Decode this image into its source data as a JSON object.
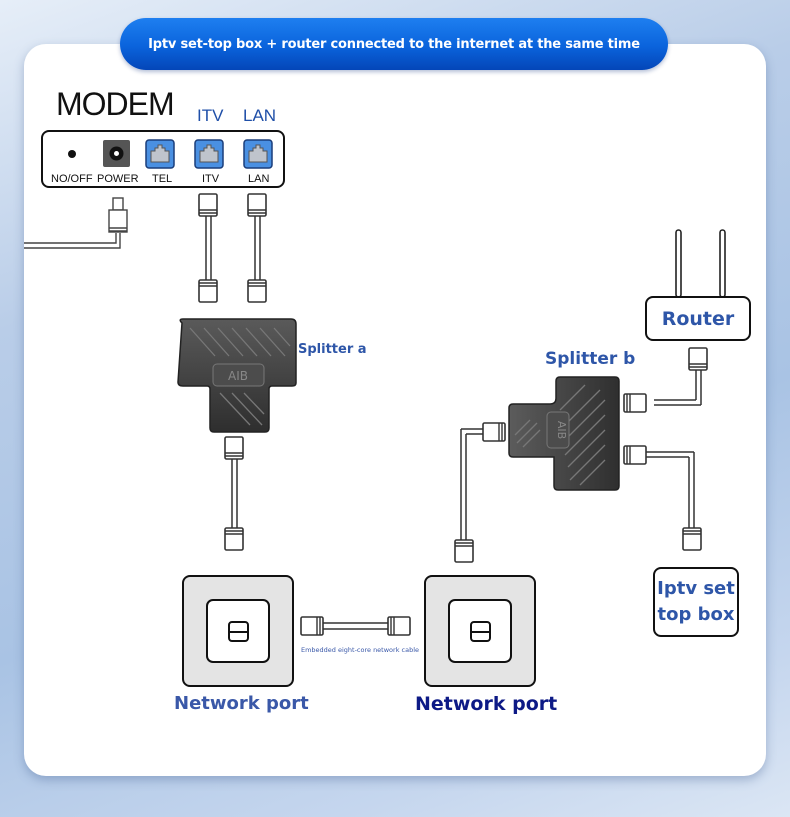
{
  "banner": {
    "title": "Iptv set-top box + router connected to the internet at the same time"
  },
  "modem": {
    "title": "MODEM",
    "top_labels": {
      "itv": "ITV",
      "lan": "LAN"
    },
    "ports": [
      {
        "label": "NO/OFF",
        "icon": "power-switch-icon"
      },
      {
        "label": "POWER",
        "icon": "power-jack-icon"
      },
      {
        "label": "TEL",
        "icon": "rj45-port-icon"
      },
      {
        "label": "ITV",
        "icon": "rj45-port-icon"
      },
      {
        "label": "LAN",
        "icon": "rj45-port-icon"
      }
    ]
  },
  "splitters": {
    "a": {
      "label": "Splitter a",
      "marking": "AIB"
    },
    "b": {
      "label": "Splitter b",
      "marking": "AIB"
    }
  },
  "router": {
    "label": "Router"
  },
  "set_top_box": {
    "line1": "Iptv set",
    "line2": "top box"
  },
  "network_ports": [
    {
      "label": "Network port"
    },
    {
      "label": "Network port"
    }
  ],
  "cable_note": "Embedded eight-core network cable",
  "colors": {
    "banner_blue": "#0a63dc",
    "label_blue": "#2e56a8",
    "dark_navy": "#0d1a86",
    "port_blue": "#4a90e2",
    "splitter_gray": "#4a4a4a"
  }
}
